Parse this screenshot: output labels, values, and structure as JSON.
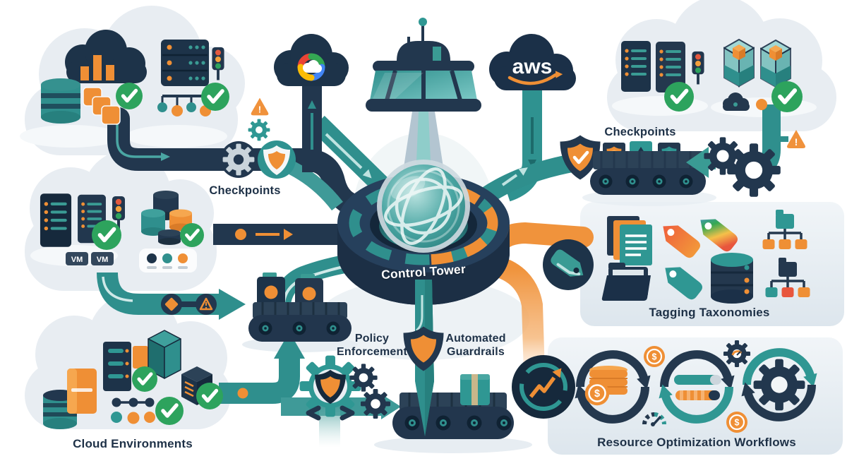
{
  "scene": {
    "title": "Control Tower cloud governance illustration"
  },
  "labels": {
    "control_tower": "Control Tower",
    "checkpoints_left": "Checkpoints",
    "checkpoints_right": "Checkpoints",
    "cloud_environments": "Cloud Environments",
    "policy_enforcement": {
      "line1": "Policy",
      "line2": "Enforcement"
    },
    "automated_guardrails": {
      "line1": "Automated",
      "line2": "Guardrails"
    },
    "tagging_taxonomies": "Tagging Taxonomies",
    "resource_optimization": "Resource Optimization Workflows"
  },
  "badges": {
    "vm1": "VM",
    "vm2": "VM"
  },
  "logos": {
    "aws": "aws"
  },
  "symbols": {
    "dollar": "$",
    "warning": "!"
  },
  "colors": {
    "navy": "#22374e",
    "dark_navy": "#16293c",
    "teal": "#2f8f8d",
    "light_teal": "#8fcdca",
    "orange": "#ef8f35",
    "green": "#2da35d",
    "cloud_gray": "#e8edf2",
    "panel_gray": "#eef2f6",
    "white": "#ffffff"
  }
}
